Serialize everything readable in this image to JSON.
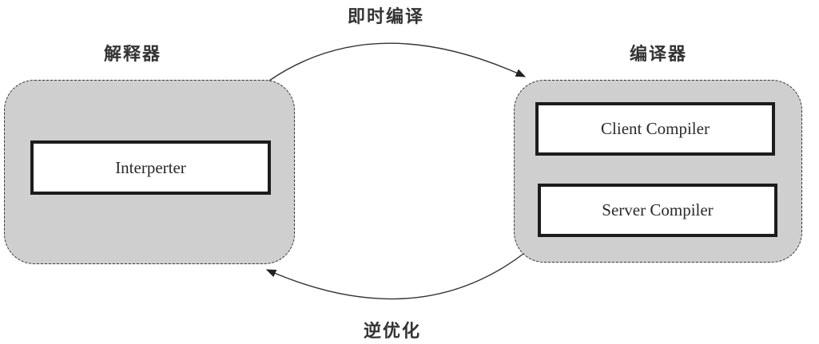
{
  "diagram": {
    "interpreter_group": {
      "title": "解释器",
      "components": [
        {
          "label": "Interperter"
        }
      ]
    },
    "compiler_group": {
      "title": "编译器",
      "components": [
        {
          "label": "Client Compiler"
        },
        {
          "label": "Server Compiler"
        }
      ]
    },
    "edges": [
      {
        "from": "解释器",
        "to": "编译器",
        "label": "即时编译"
      },
      {
        "from": "编译器",
        "to": "解释器",
        "label": "逆优化"
      }
    ],
    "colors": {
      "container_fill": "#cfcfcf",
      "box_border": "#1c1c1c",
      "line": "#333333"
    }
  }
}
